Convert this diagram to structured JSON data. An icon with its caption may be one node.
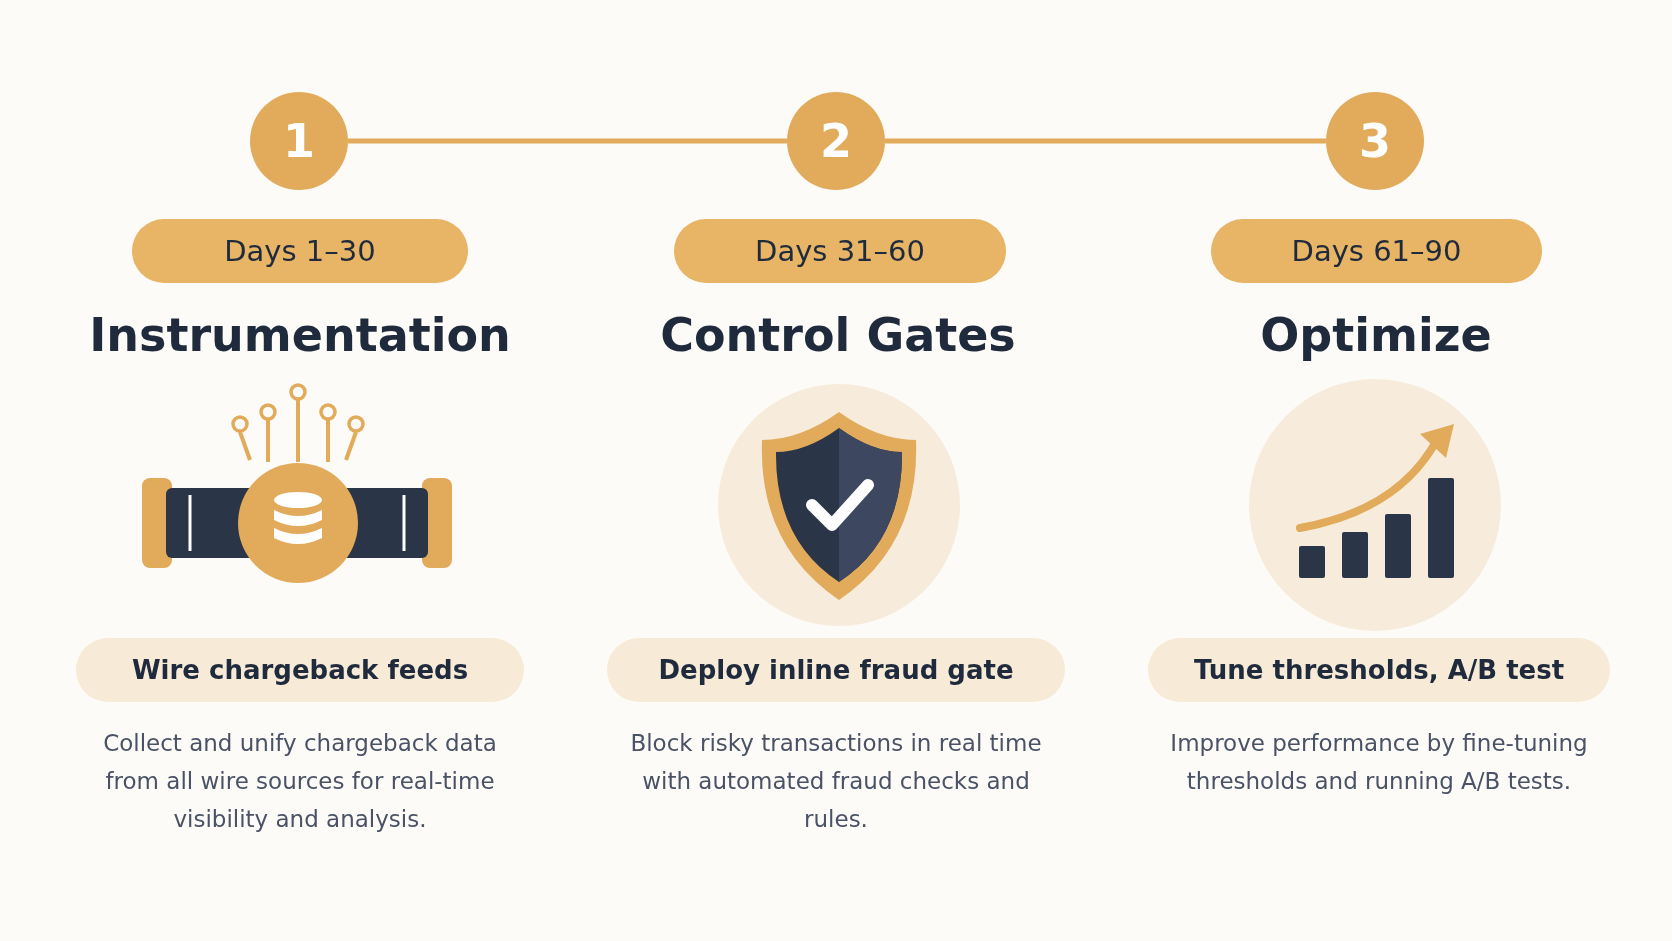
{
  "diagram": {
    "nodes": [
      {
        "text": [
          "1"
        ]
      },
      {
        "text": [
          "2"
        ]
      },
      {
        "text": [
          "3"
        ]
      },
      {
        "text": [
          "Days 1–30"
        ]
      },
      {
        "text": [
          "Days 31–60"
        ]
      },
      {
        "text": [
          "Days 61–90"
        ]
      },
      {
        "text": [
          "Wire chargeback feeds"
        ],
        "beside": [
          "Collect and unify chargeback data from all wire sources for real-time visibility and analysis."
        ]
      },
      {
        "text": [
          "Deploy inline fraud gate"
        ],
        "beside": [
          "Block risky transactions in real time with automated fraud checks and rules."
        ]
      },
      {
        "text": [
          "Tune thresholds, A/B test"
        ],
        "beside": [
          "Improve performance by fine-tuning thresholds and running A/B tests."
        ]
      }
    ],
    "edges": [
      {
        "from": 0,
        "to": 1,
        "arrow": "none"
      },
      {
        "from": 1,
        "to": 2,
        "arrow": "none"
      }
    ],
    "labels": [
      "Instrumentation",
      "Control Gates",
      "Optimize"
    ]
  }
}
